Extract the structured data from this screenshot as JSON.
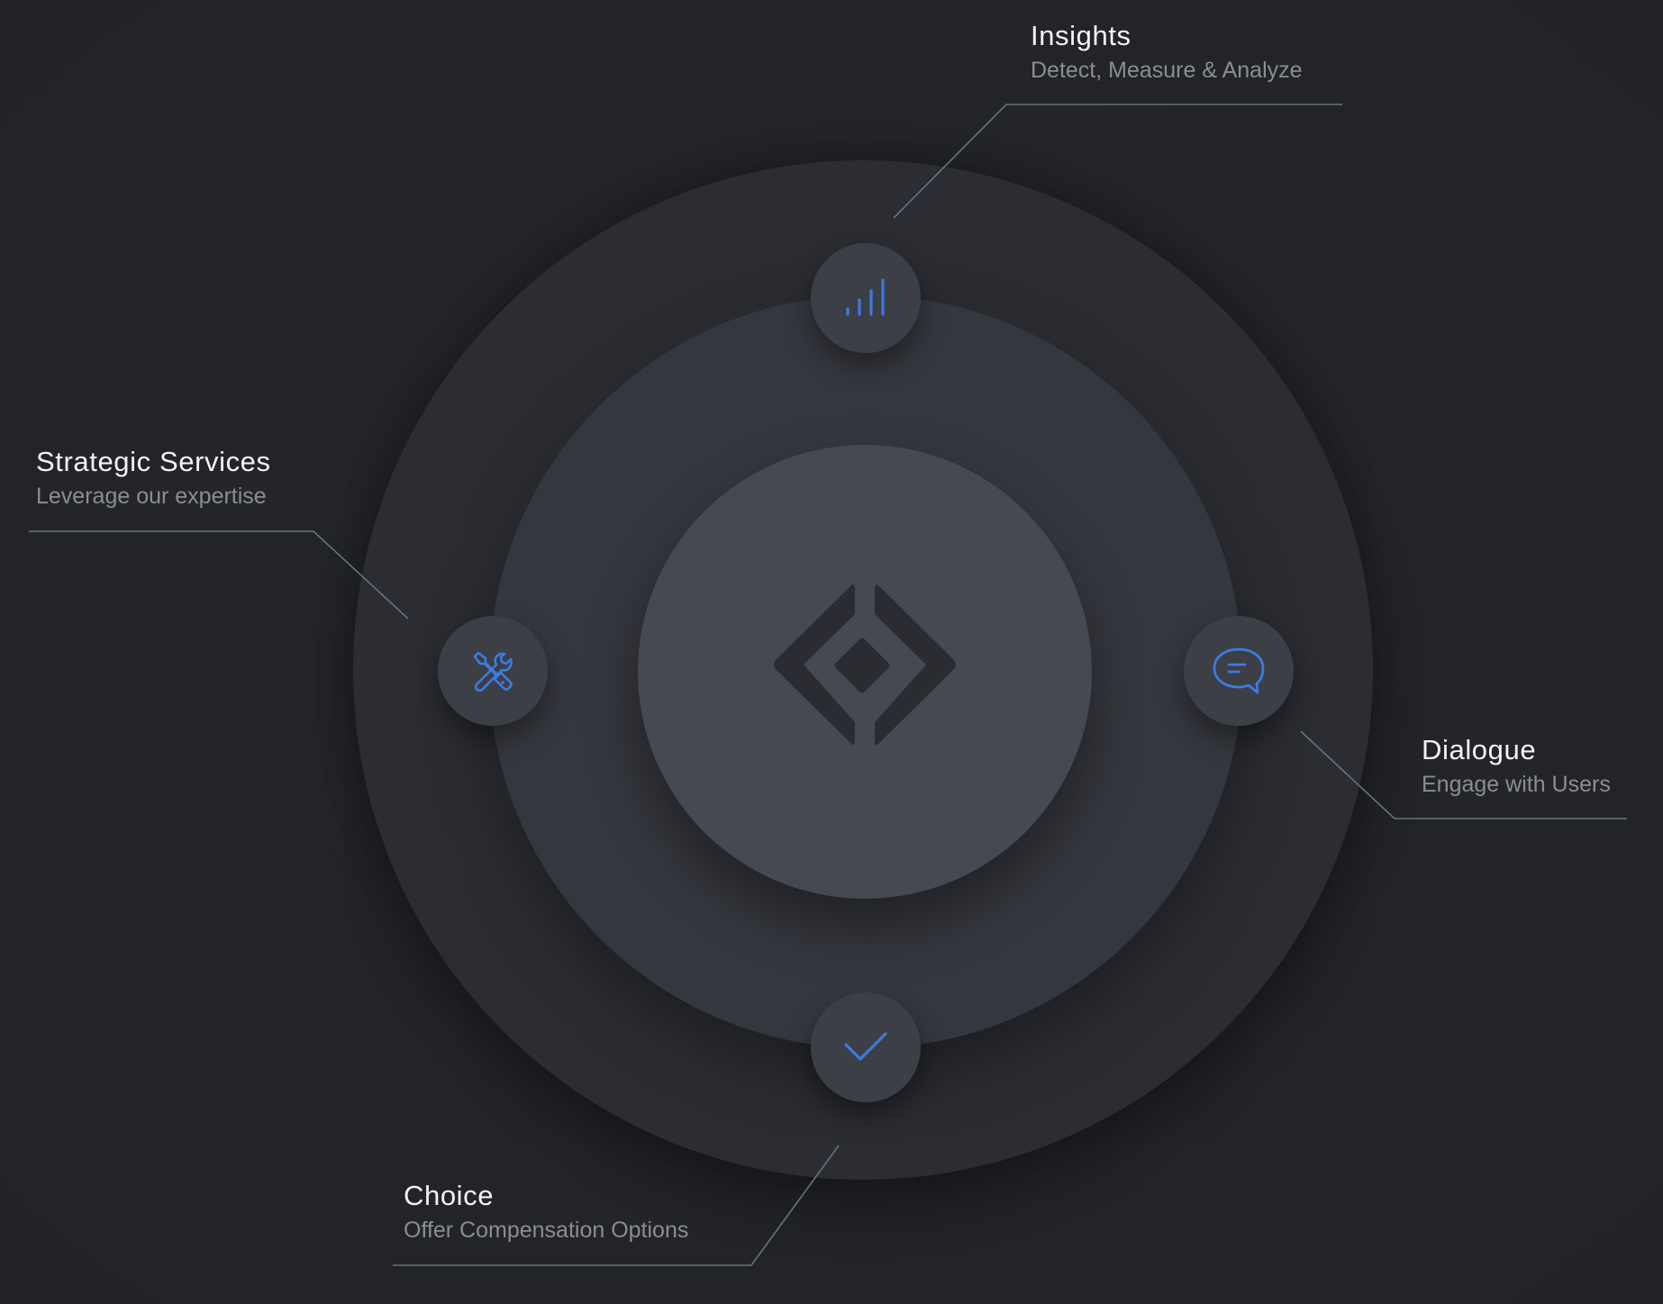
{
  "diagram": {
    "accent_color": "#3d7be0",
    "line_color": "#6b7080",
    "center": {
      "icon": "diamond-brackets-logo-icon"
    },
    "nodes": [
      {
        "id": "insights",
        "title": "Insights",
        "subtitle": "Detect, Measure & Analyze",
        "icon": "signal-bars-icon"
      },
      {
        "id": "strategic",
        "title": "Strategic Services",
        "subtitle": "Leverage our expertise",
        "icon": "tools-icon"
      },
      {
        "id": "dialogue",
        "title": "Dialogue",
        "subtitle": "Engage with Users",
        "icon": "chat-bubble-icon"
      },
      {
        "id": "choice",
        "title": "Choice",
        "subtitle": "Offer Compensation Options",
        "icon": "checkmark-icon"
      }
    ]
  }
}
